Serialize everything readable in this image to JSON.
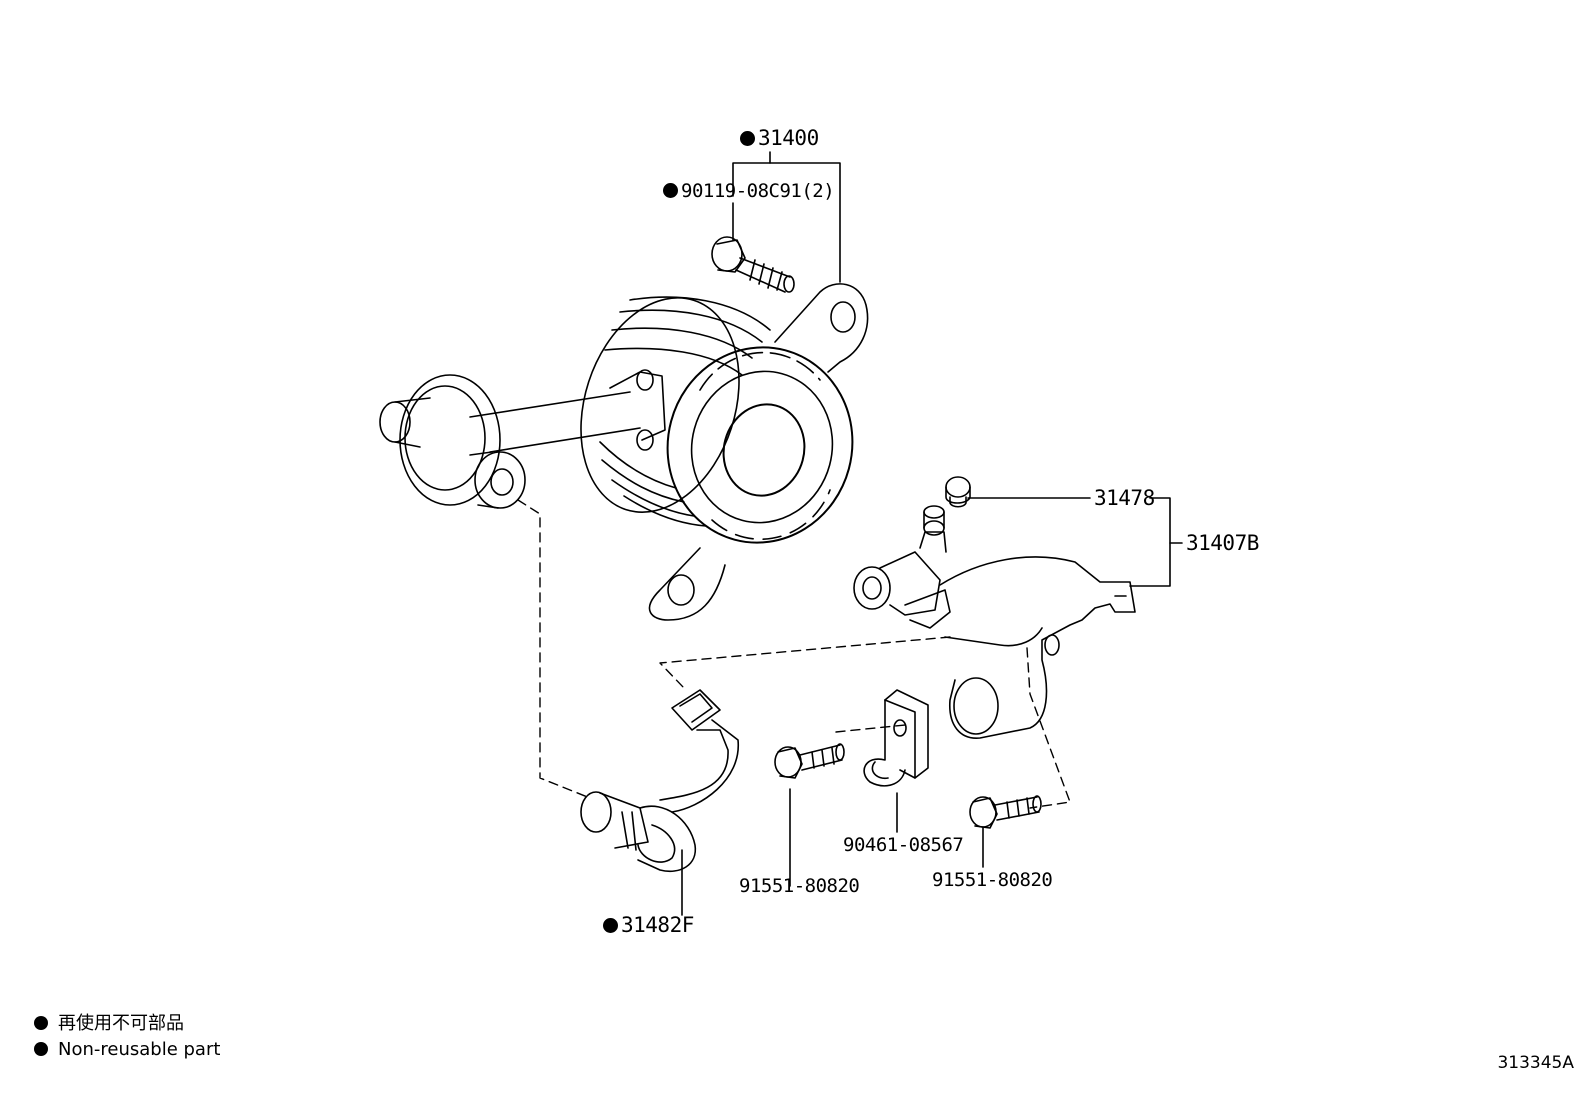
{
  "parts": [
    {
      "id": "p31400",
      "number": "31400",
      "non_reusable": true
    },
    {
      "id": "p90119",
      "number": "90119-08C91(2)",
      "non_reusable": true
    },
    {
      "id": "p31478",
      "number": "31478",
      "non_reusable": false
    },
    {
      "id": "p31407b",
      "number": "31407B",
      "non_reusable": false
    },
    {
      "id": "p90461",
      "number": "90461-08567",
      "non_reusable": false
    },
    {
      "id": "p91551a",
      "number": "91551-80820",
      "non_reusable": false
    },
    {
      "id": "p91551b",
      "number": "91551-80820",
      "non_reusable": false
    },
    {
      "id": "p31482f",
      "number": "31482F",
      "non_reusable": true
    }
  ],
  "legend": {
    "japanese": "再使用不可部品",
    "english": "Non-reusable part"
  },
  "illustration_code": "313345A"
}
